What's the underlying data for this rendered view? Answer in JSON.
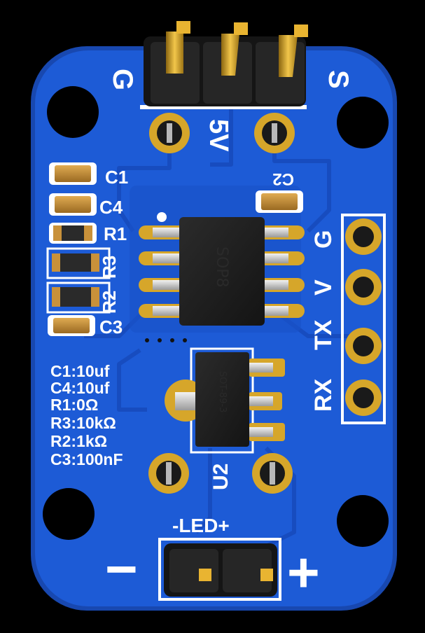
{
  "board": {
    "colors": {
      "background": "#000000",
      "pcb": "#1d5bd6",
      "pcb_edge": "#1848b0",
      "copper_trace": "#1a4fc4",
      "gold": "#d6a62a",
      "silkscreen": "#ffffff",
      "chip": "#1e1e1e",
      "pad_silver": "#cfcfcf",
      "capacitor": "#c9913a"
    },
    "header_top": {
      "pin_left_label": "G",
      "center_label": "5V",
      "pin_right_label": "S"
    },
    "components": {
      "c1_label": "C1",
      "c4_label": "C4",
      "r1_label": "R1",
      "r3_label": "R3",
      "r2_label": "R2",
      "c3_label": "C3",
      "c2_label": "C2",
      "ic_marking": "SOP8",
      "regulator_marking": "SOT-89-3",
      "regulator_label": "U2"
    },
    "side_header": {
      "labels": [
        "G",
        "V",
        "TX",
        "RX"
      ]
    },
    "bom": [
      "C1:10uf",
      "C4:10uf",
      "R1:0Ω",
      "R3:10kΩ",
      "R2:1kΩ",
      "C3:100nF"
    ],
    "header_bottom": {
      "title": "-LED+",
      "minus_symbol": "−",
      "plus_symbol": "+"
    }
  }
}
